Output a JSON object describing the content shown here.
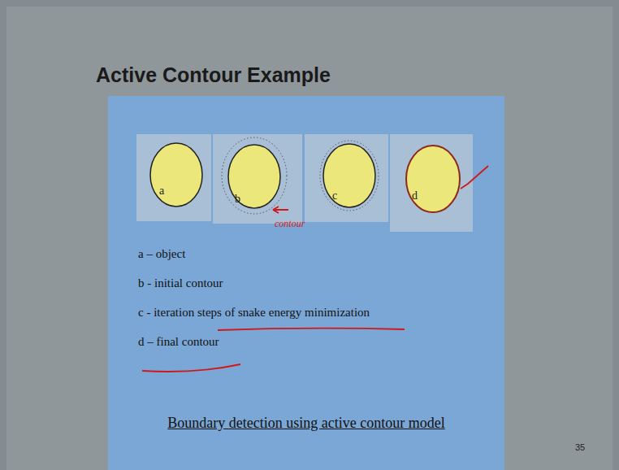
{
  "diagram": {
    "title": "Active Contour Example",
    "caption": "Boundary detection using active contour model",
    "nodes": [
      {
        "text": [
          "a"
        ]
      },
      {
        "text": [
          "b"
        ]
      },
      {
        "text": [
          "c"
        ]
      },
      {
        "text": [
          "d"
        ]
      }
    ],
    "labels": [
      "contour",
      "a – object",
      "b - initial contour",
      "c - iteration steps of snake energy minimization",
      "d – final contour",
      "35"
    ]
  }
}
